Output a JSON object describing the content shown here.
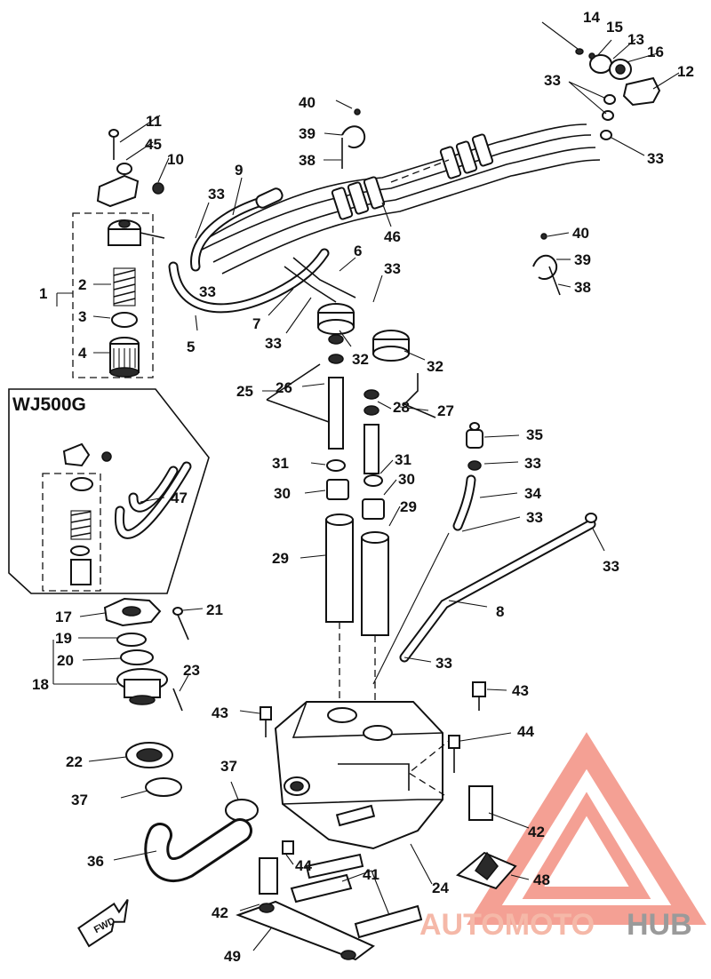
{
  "diagram": {
    "variant_label": "WJ500G",
    "direction_label": "FWD",
    "callouts": [
      "1",
      "2",
      "3",
      "4",
      "5",
      "6",
      "7",
      "8",
      "9",
      "10",
      "11",
      "12",
      "13",
      "14",
      "15",
      "16",
      "17",
      "18",
      "19",
      "20",
      "21",
      "22",
      "23",
      "24",
      "25",
      "26",
      "27",
      "28",
      "29",
      "30",
      "31",
      "32",
      "33",
      "34",
      "35",
      "36",
      "37",
      "38",
      "39",
      "40",
      "41",
      "42",
      "43",
      "44",
      "45",
      "46",
      "47",
      "48",
      "49"
    ]
  },
  "watermark": {
    "text_a": "AUTOMOTO",
    "text_b": "HUB",
    "color_a": "#f5b8a8",
    "color_b": "#9a9a9a",
    "triangle_color": "#f08070"
  }
}
